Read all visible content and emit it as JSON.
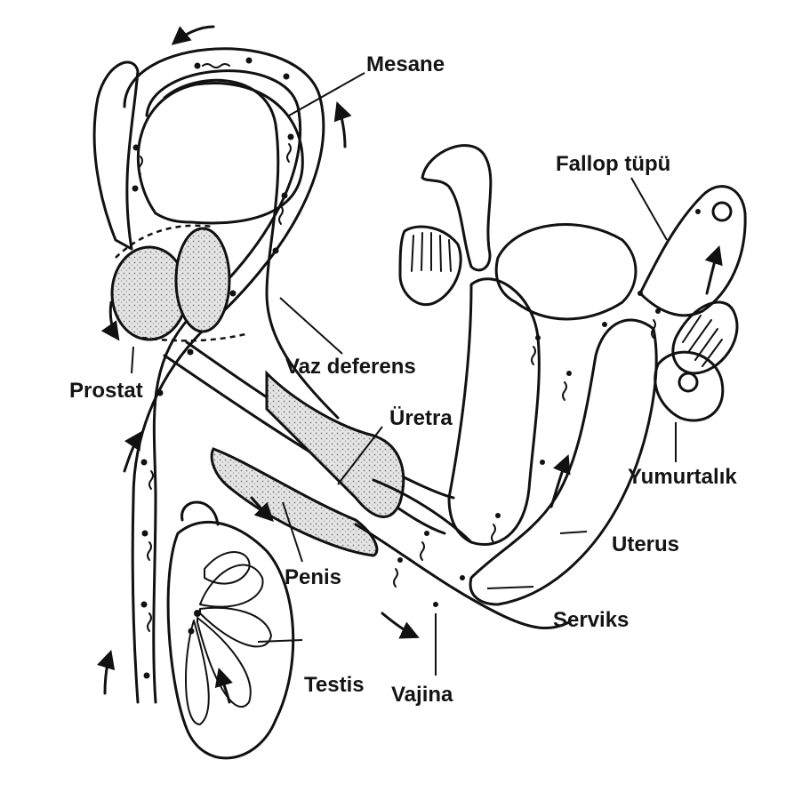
{
  "labels": {
    "mesane": "Mesane",
    "fallop": "Fallop tüpü",
    "prostat": "Prostat",
    "vaz_deferens": "Vaz deferens",
    "uretra": "Üretra",
    "yumurtalik": "Yumurtalık",
    "uterus": "Uterus",
    "penis": "Penis",
    "serviks": "Serviks",
    "testis": "Testis",
    "vajina": "Vajina"
  },
  "colors": {
    "ink": "#111111",
    "background": "#ffffff",
    "stipple": "#cfcfcf"
  }
}
